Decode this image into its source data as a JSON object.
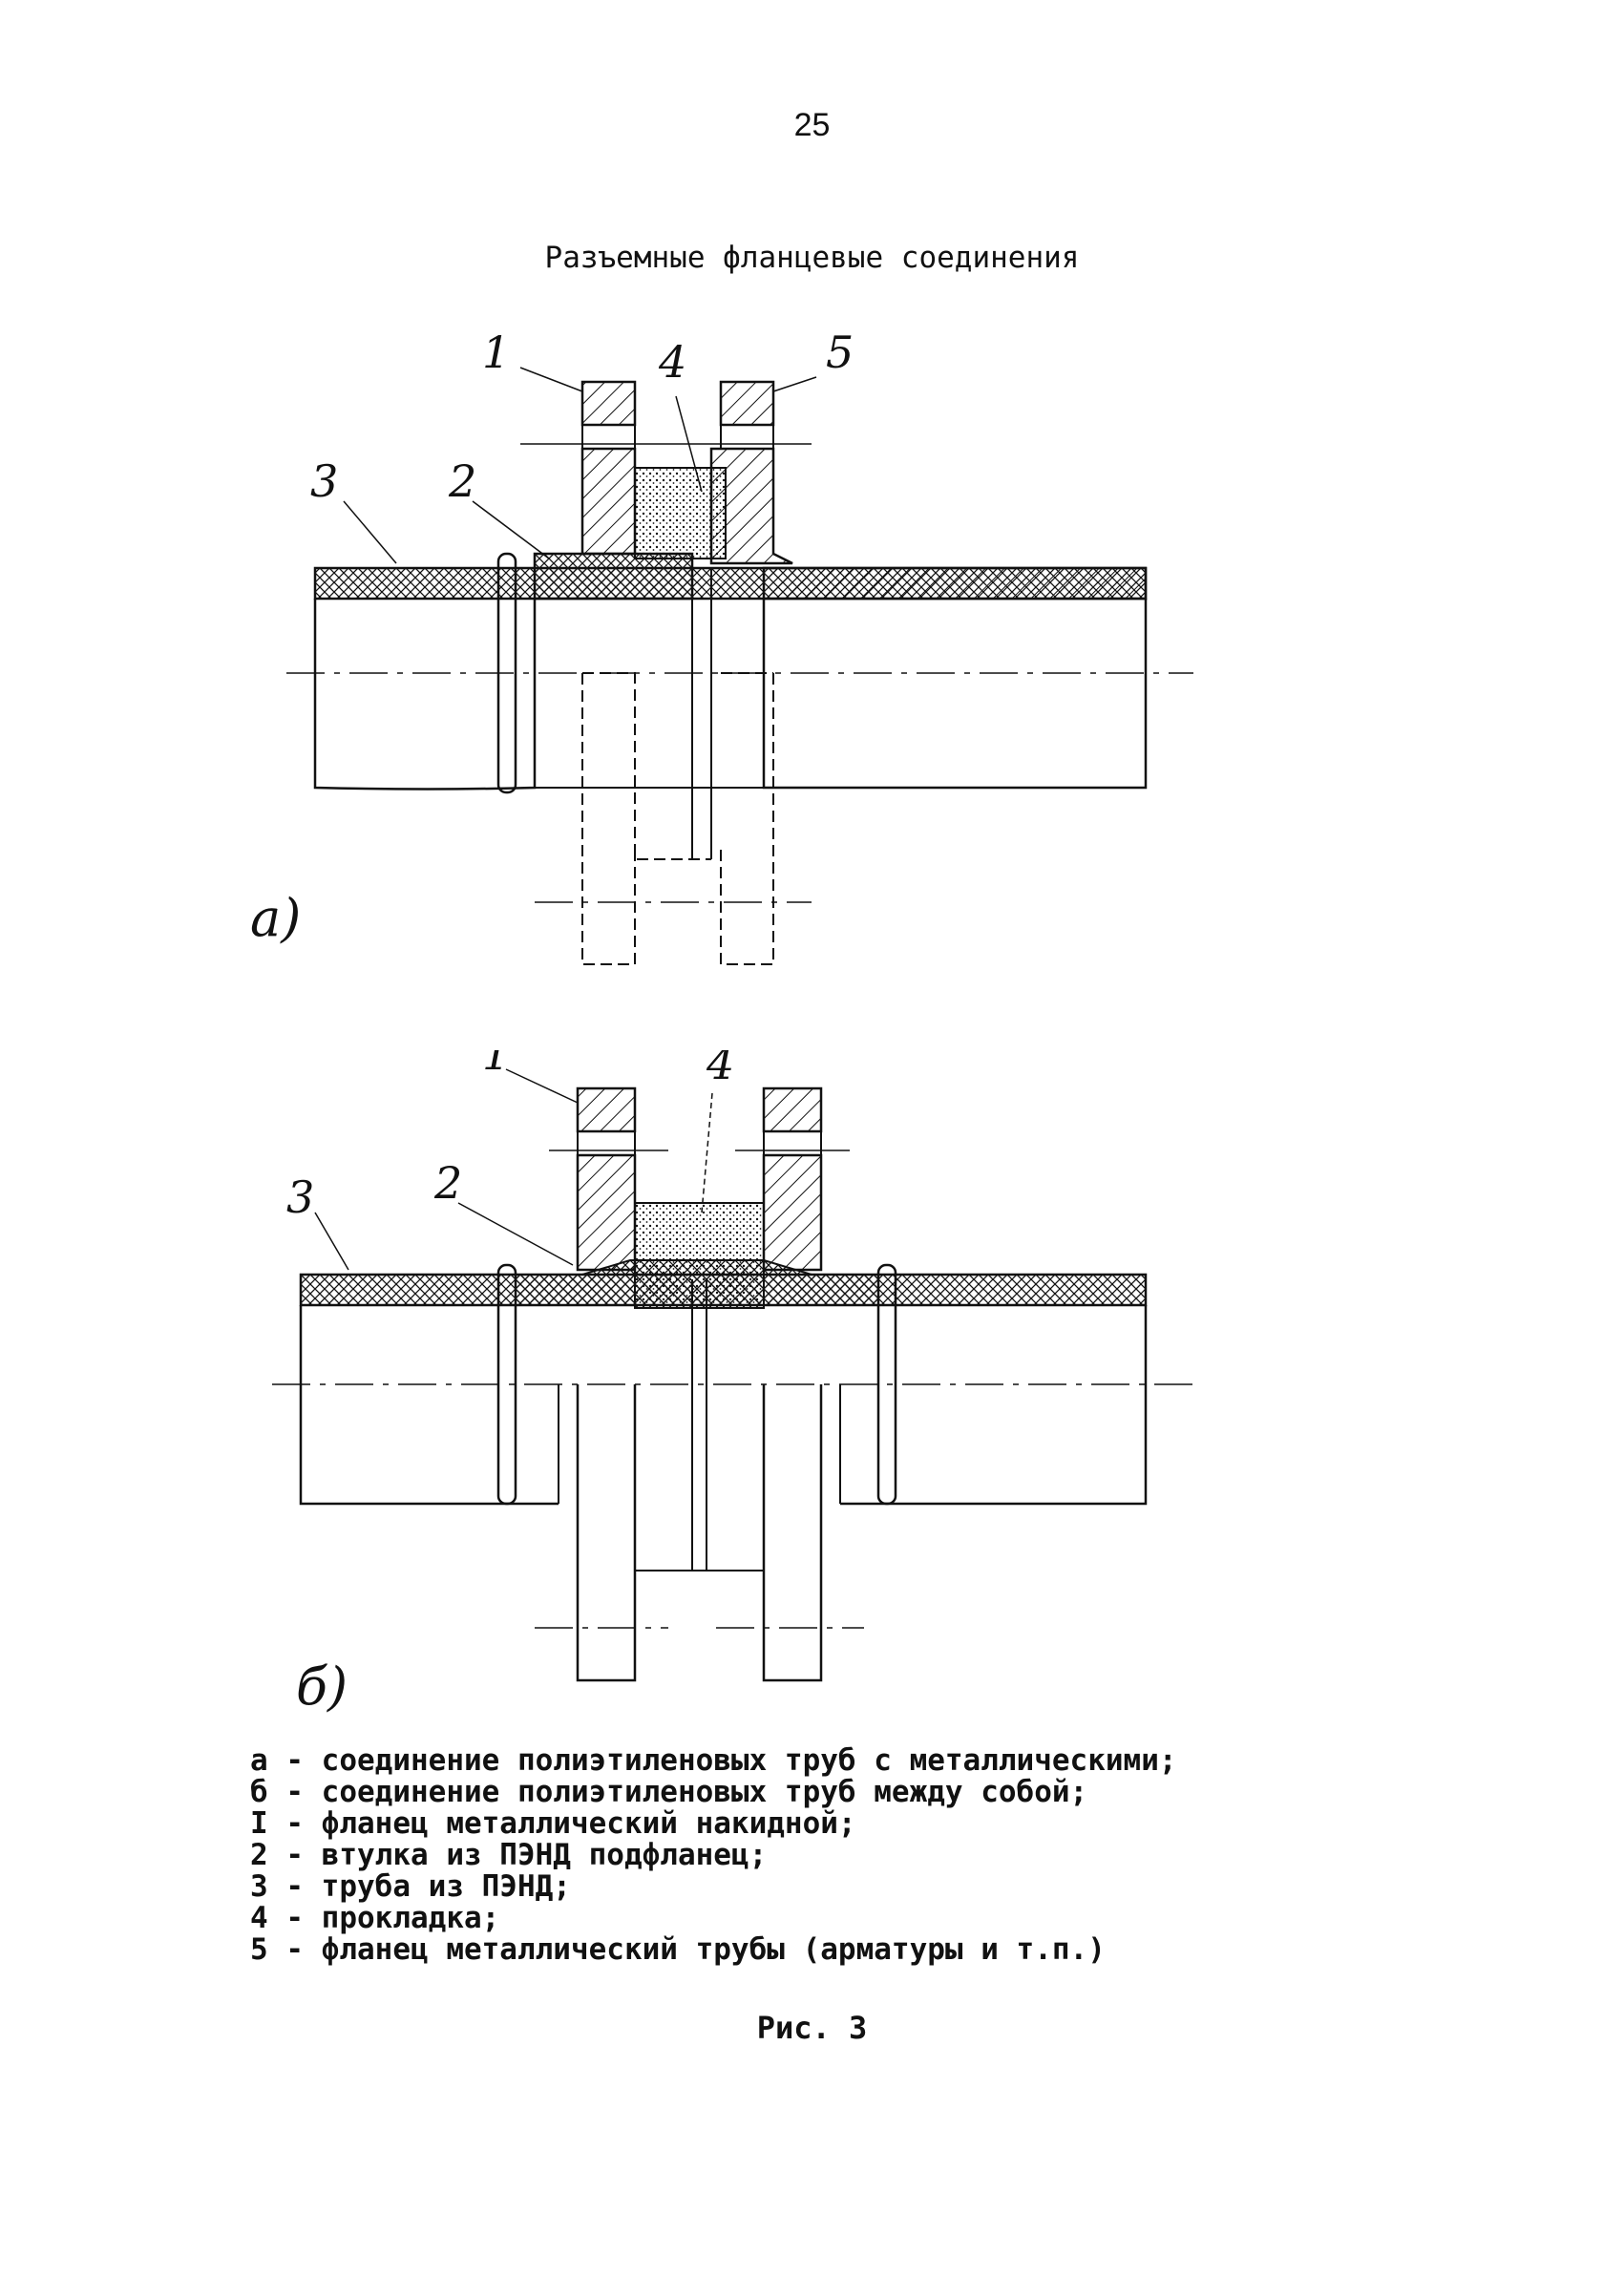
{
  "page_number": "25",
  "title": "Разъемные фланцевые соединения",
  "figure_a": {
    "label": "a)",
    "callouts": [
      "1",
      "2",
      "3",
      "4",
      "5"
    ]
  },
  "figure_b": {
    "label": "б)",
    "callouts": [
      "1",
      "2",
      "3",
      "4"
    ]
  },
  "legend": [
    {
      "key": "а",
      "text": "соединение полиэтиленовых труб с металлическими;"
    },
    {
      "key": "б",
      "text": "соединение полиэтиленовых труб между собой;"
    },
    {
      "key": "I",
      "text": "фланец металлический накидной;"
    },
    {
      "key": "2",
      "text": "втулка из ПЭНД подфланец;"
    },
    {
      "key": "3",
      "text": "труба из ПЭНД;"
    },
    {
      "key": "4",
      "text": "прокладка;"
    },
    {
      "key": "5",
      "text": "фланец металлический трубы (арматуры и т.п.)"
    }
  ],
  "caption": "Рис. 3"
}
